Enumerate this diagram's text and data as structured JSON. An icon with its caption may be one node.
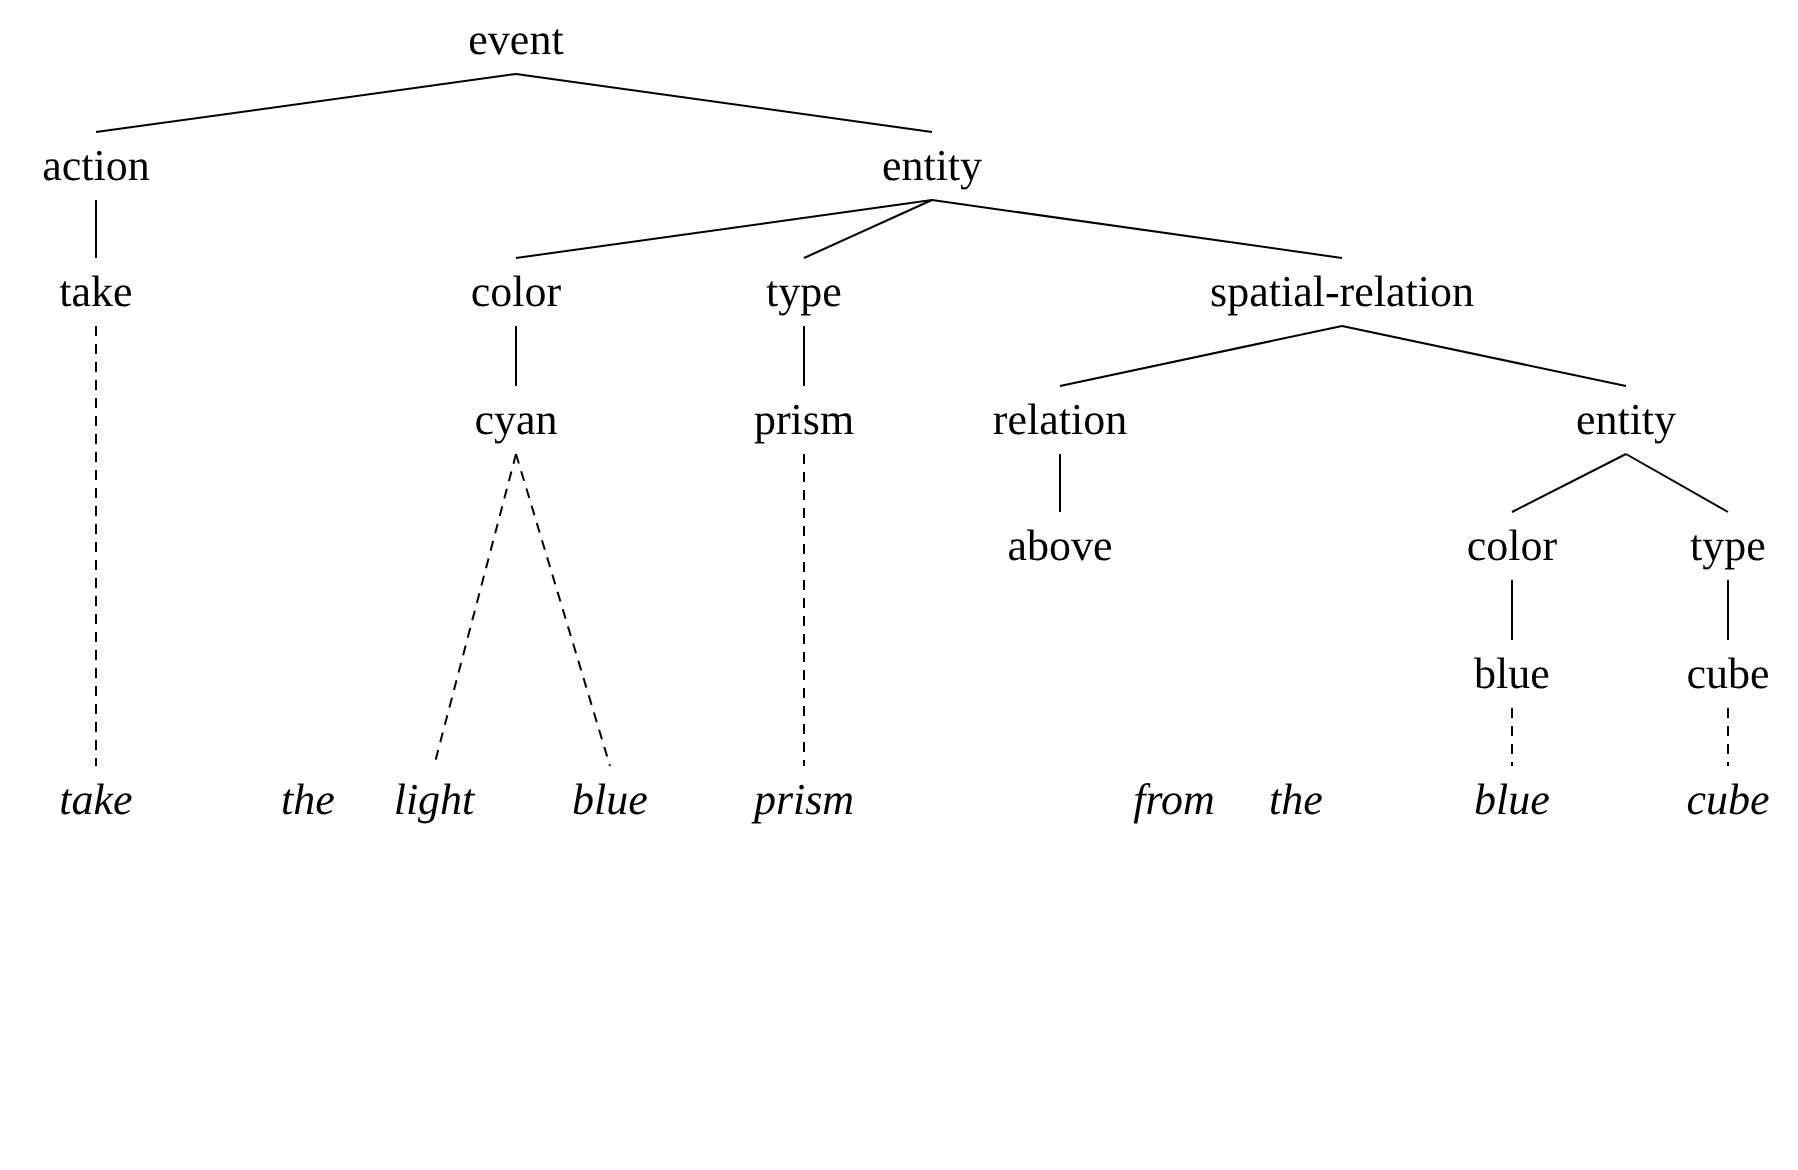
{
  "diagram": {
    "nodes": [
      {
        "text": [
          "event"
        ]
      },
      {
        "text": [
          "action"
        ]
      },
      {
        "text": [
          "entity"
        ]
      },
      {
        "text": [
          "take"
        ]
      },
      {
        "text": [
          "color"
        ]
      },
      {
        "text": [
          "type"
        ]
      },
      {
        "text": [
          "spatial-relation"
        ]
      },
      {
        "text": [
          "cyan"
        ]
      },
      {
        "text": [
          "prism"
        ]
      },
      {
        "text": [
          "relation"
        ]
      },
      {
        "text": [
          "entity"
        ]
      },
      {
        "text": [
          "above"
        ]
      },
      {
        "text": [
          "color"
        ]
      },
      {
        "text": [
          "type"
        ]
      },
      {
        "text": [
          "blue"
        ]
      },
      {
        "text": [
          "cube"
        ]
      },
      {
        "text": [
          "take"
        ]
      },
      {
        "text": [
          "light"
        ]
      },
      {
        "text": [
          "blue"
        ]
      },
      {
        "text": [
          "prism"
        ]
      },
      {
        "text": [
          "blue"
        ]
      },
      {
        "text": [
          "cube"
        ]
      }
    ],
    "edges": [
      {
        "from": 0,
        "to": 1,
        "arrow": "none"
      },
      {
        "from": 0,
        "to": 2,
        "arrow": "none"
      },
      {
        "from": 1,
        "to": 3,
        "arrow": "none"
      },
      {
        "from": 2,
        "to": 4,
        "arrow": "none"
      },
      {
        "from": 2,
        "to": 5,
        "arrow": "none"
      },
      {
        "from": 2,
        "to": 6,
        "arrow": "none"
      },
      {
        "from": 4,
        "to": 7,
        "arrow": "none"
      },
      {
        "from": 5,
        "to": 8,
        "arrow": "none"
      },
      {
        "from": 6,
        "to": 9,
        "arrow": "none"
      },
      {
        "from": 6,
        "to": 10,
        "arrow": "none"
      },
      {
        "from": 9,
        "to": 11,
        "arrow": "none"
      },
      {
        "from": 10,
        "to": 12,
        "arrow": "none"
      },
      {
        "from": 10,
        "to": 13,
        "arrow": "none"
      },
      {
        "from": 12,
        "to": 14,
        "arrow": "none"
      },
      {
        "from": 13,
        "to": 15,
        "arrow": "none"
      },
      {
        "from": 3,
        "to": 16,
        "arrow": "none",
        "style": "dashed"
      },
      {
        "from": 7,
        "to": 17,
        "arrow": "none",
        "style": "dashed"
      },
      {
        "from": 7,
        "to": 18,
        "arrow": "none",
        "style": "dashed"
      },
      {
        "from": 8,
        "to": 19,
        "arrow": "none",
        "style": "dashed"
      },
      {
        "from": 14,
        "to": 20,
        "arrow": "none",
        "style": "dashed"
      },
      {
        "from": 15,
        "to": 21,
        "arrow": "none",
        "style": "dashed"
      }
    ],
    "labels": [
      "the",
      "from",
      "the"
    ]
  }
}
